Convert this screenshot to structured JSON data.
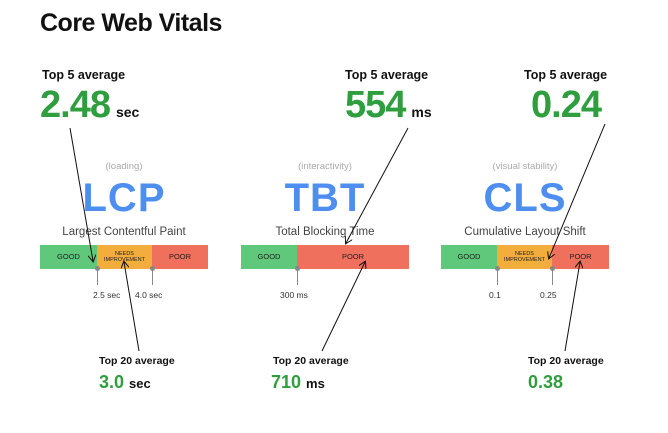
{
  "title": "Core Web Vitals",
  "metrics": [
    {
      "key": "lcp",
      "top5_label": "Top 5 average",
      "top5_value": "2.48",
      "top5_unit": "sec",
      "category": "(loading)",
      "abbr": "LCP",
      "full_name": "Largest Contentful Paint",
      "segments": [
        "GOOD",
        "NEEDS IMPROVEMENT",
        "POOR"
      ],
      "thresholds": [
        "2.5 sec",
        "4.0 sec"
      ],
      "top20_label": "Top 20 average",
      "top20_value": "3.0",
      "top20_unit": "sec"
    },
    {
      "key": "tbt",
      "top5_label": "Top 5 average",
      "top5_value": "554",
      "top5_unit": "ms",
      "category": "(interactivity)",
      "abbr": "TBT",
      "full_name": "Total Blocking Time",
      "segments": [
        "GOOD",
        "POOR"
      ],
      "thresholds": [
        "300 ms"
      ],
      "top20_label": "Top 20 average",
      "top20_value": "710",
      "top20_unit": "ms"
    },
    {
      "key": "cls",
      "top5_label": "Top 5 average",
      "top5_value": "0.24",
      "top5_unit": "",
      "category": "(visual stability)",
      "abbr": "CLS",
      "full_name": "Cumulative Layout Shift",
      "segments": [
        "GOOD",
        "NEEDS IMPROVEMENT",
        "POOR"
      ],
      "thresholds": [
        "0.1",
        "0.25"
      ],
      "top20_label": "Top 20 average",
      "top20_value": "0.38",
      "top20_unit": ""
    }
  ],
  "colors": {
    "good": "#5fc87a",
    "needs_improvement": "#f3ad3d",
    "poor": "#f0705e",
    "value_green": "#2e9e3e",
    "abbr_blue": "#4d8ef0"
  }
}
